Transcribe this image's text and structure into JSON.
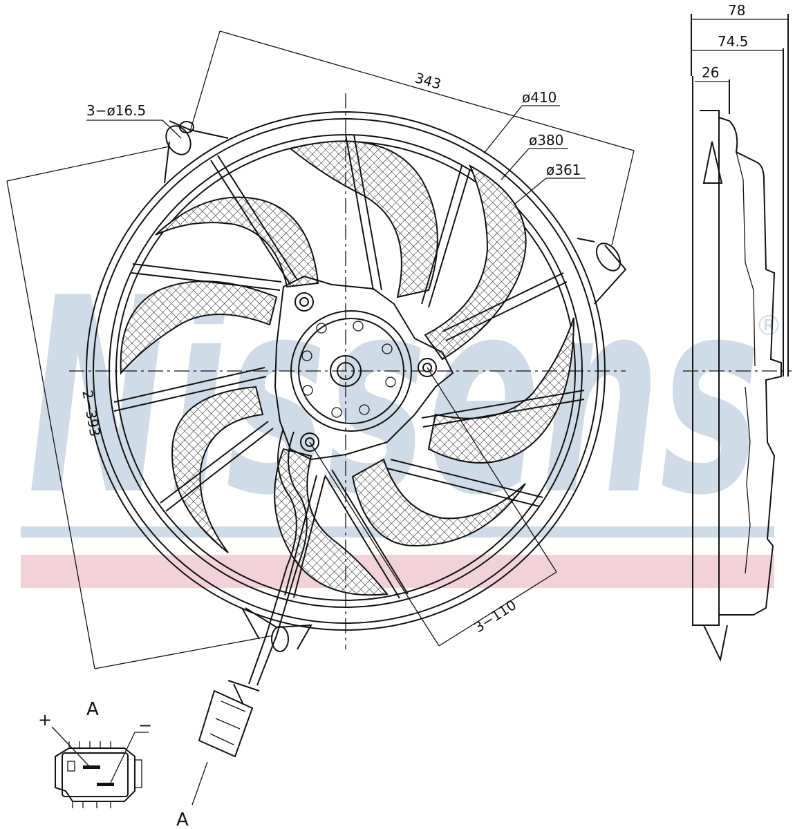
{
  "watermark": {
    "text": "Nissens",
    "registered": "®",
    "blue": "#cfdbe6",
    "red": "#f1d2d8"
  },
  "dimensions": {
    "mount_span": "343",
    "mount_holes": "3−ø16.5",
    "outer_diameter": "ø410",
    "ring_diameter": "ø380",
    "fan_diameter": "ø361",
    "hole_spacing_height": "2−393",
    "motor_bolts": "3−110",
    "depth_total": "78",
    "depth_body": "74.5",
    "depth_hub": "26"
  },
  "connector": {
    "label_top": "A",
    "label_bottom": "A",
    "plus": "+",
    "minus": "−"
  }
}
